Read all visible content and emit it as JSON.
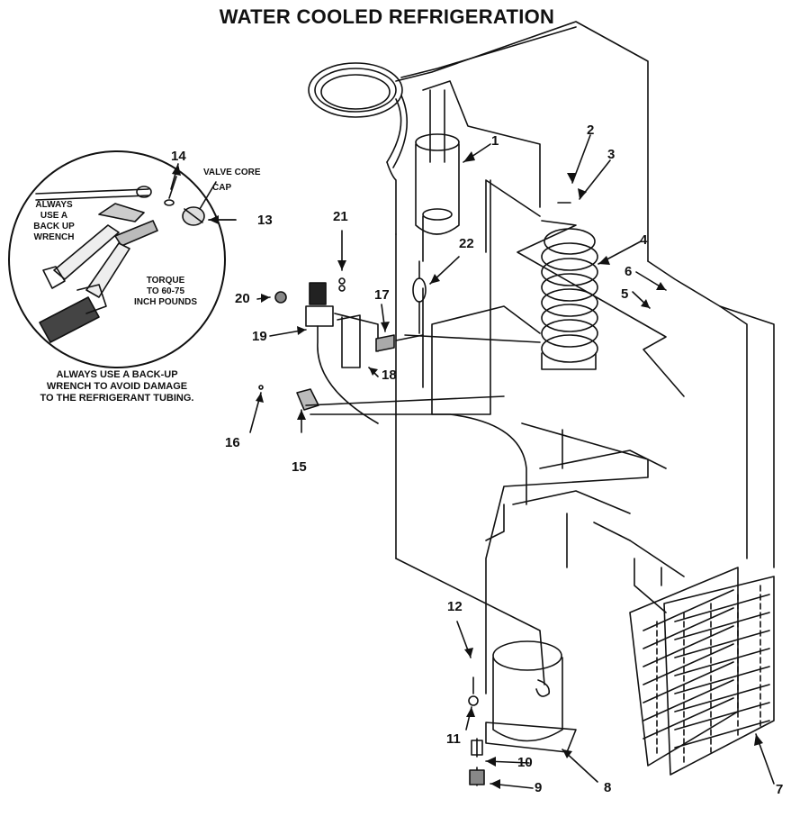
{
  "title": "WATER COOLED REFRIGERATION",
  "inset": {
    "valve_core": "VALVE CORE",
    "cap": "CAP",
    "backup_note": [
      "ALWAYS",
      "USE A",
      "BACK UP",
      "WRENCH"
    ],
    "torque_note": [
      "TORQUE",
      "TO 60-75",
      "INCH POUNDS"
    ],
    "caption": [
      "ALWAYS USE A BACK-UP",
      "WRENCH TO AVOID DAMAGE",
      "TO THE REFRIGERANT TUBING."
    ]
  },
  "callouts": [
    "1",
    "2",
    "3",
    "4",
    "5",
    "6",
    "7",
    "8",
    "9",
    "10",
    "11",
    "12",
    "13",
    "14",
    "15",
    "16",
    "17",
    "18",
    "19",
    "20",
    "21",
    "22"
  ]
}
